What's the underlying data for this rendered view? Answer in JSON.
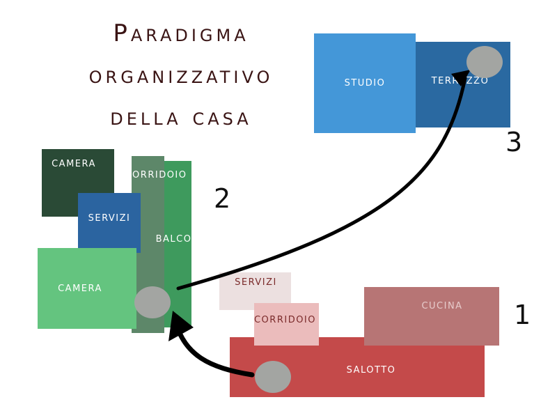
{
  "title": {
    "line1": "Paradigma",
    "line2": "organizzativo",
    "line3": "della casa"
  },
  "level1": {
    "number": "1",
    "rooms": {
      "servizi": "SERVIZI",
      "corridoio": "CORRIDOIO",
      "cucina": "CUCINA",
      "salotto": "SALOTTO"
    }
  },
  "level2": {
    "number": "2",
    "rooms": {
      "camera_top": "CAMERA",
      "servizi": "SERVIZI",
      "corridoio": "CORRIDOIO",
      "balcone": "BALCONE",
      "camera_bottom": "CAMERA"
    }
  },
  "level3": {
    "number": "3",
    "rooms": {
      "studio": "STUDIO",
      "terrazzo": "TERRAZZO"
    }
  },
  "colors": {
    "title": "#3a1414",
    "level1_salotto": "#c44a4a",
    "level1_cucina": "#b77575",
    "level1_corridoio": "#ebbcbc",
    "level1_servizi": "#ece0e0",
    "level2_camera_top": "#2a4a36",
    "level2_servizi": "#2b64a0",
    "level2_corridoio": "#5d8769",
    "level2_balcone": "#3e9a5d",
    "level2_camera_bottom": "#64c47f",
    "level3_studio": "#4497d8",
    "level3_terrazzo": "#2a69a1",
    "node": "#a3a5a2",
    "arrow": "#000000"
  }
}
